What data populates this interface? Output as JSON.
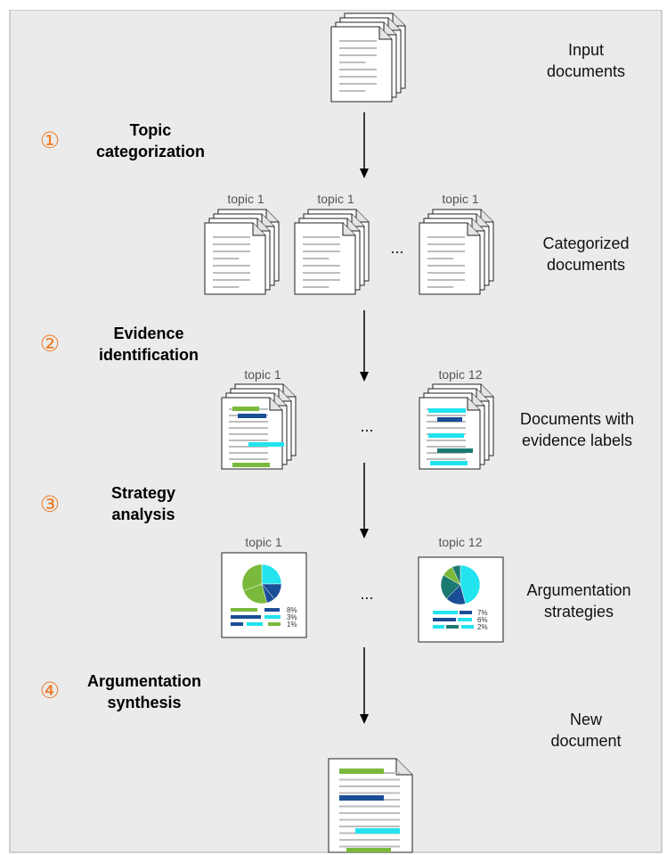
{
  "colors": {
    "panel_background": "#ebebeb",
    "step_number": "#ee7a24",
    "green": "#7ab93b",
    "dark_blue": "#1a4e96",
    "cyan": "#22e3ee",
    "teal": "#1c7a72",
    "gray_line": "#bdbdbd"
  },
  "stages": {
    "input": {
      "label_line1": "Input",
      "label_line2": "documents"
    },
    "categorized": {
      "label_line1": "Categorized",
      "label_line2": "documents",
      "topic_a": "topic 1",
      "topic_b": "topic 1",
      "topic_c": "topic 1",
      "ellipsis": "..."
    },
    "evidence": {
      "label_line1": "Documents with",
      "label_line2": "evidence labels",
      "topic_a": "topic 1",
      "topic_b": "topic 12",
      "ellipsis": "..."
    },
    "strategies": {
      "label_line1": "Argumentation",
      "label_line2": "strategies",
      "topic_a": "topic 1",
      "topic_b": "topic 12",
      "ellipsis": "...",
      "card1_percents": [
        "8%",
        "3%",
        "1%"
      ],
      "card2_percents": [
        "7%",
        "6%",
        "2%"
      ]
    },
    "output": {
      "label_line1": "New",
      "label_line2": "document"
    }
  },
  "steps": [
    {
      "number": "①",
      "title_line1": "Topic",
      "title_line2": "categorization"
    },
    {
      "number": "②",
      "title_line1": "Evidence",
      "title_line2": "identification"
    },
    {
      "number": "③",
      "title_line1": "Strategy",
      "title_line2": "analysis"
    },
    {
      "number": "④",
      "title_line1": "Argumentation",
      "title_line2": "synthesis"
    }
  ]
}
